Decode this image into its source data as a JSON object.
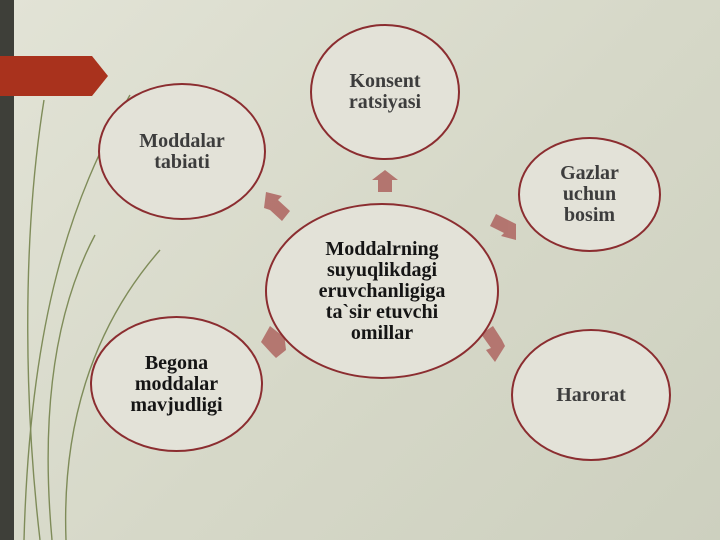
{
  "diagram": {
    "center": "Moddalrning\nsuyuqlikdagi\neruvchanligiga\nta`sir etuvchi\nomillar",
    "factors": [
      {
        "id": "top",
        "label": "Konsent\nratsiyasi"
      },
      {
        "id": "top-left",
        "label": "Moddalar\ntabiati"
      },
      {
        "id": "top-right",
        "label": "Gazlar\nuchun\nbosim"
      },
      {
        "id": "right",
        "label": "Harorat"
      },
      {
        "id": "bottom-left",
        "label": "Begona\nmoddalar\nmavjudligi"
      }
    ]
  },
  "colors": {
    "background": "#d9dbcb",
    "node_border": "#8b2d30",
    "node_fill": "#e3e2d8",
    "arrow": "#b06b66",
    "accent": "#a9321d",
    "left_bar": "#3e3f39",
    "swirl": "#6f7e45"
  }
}
